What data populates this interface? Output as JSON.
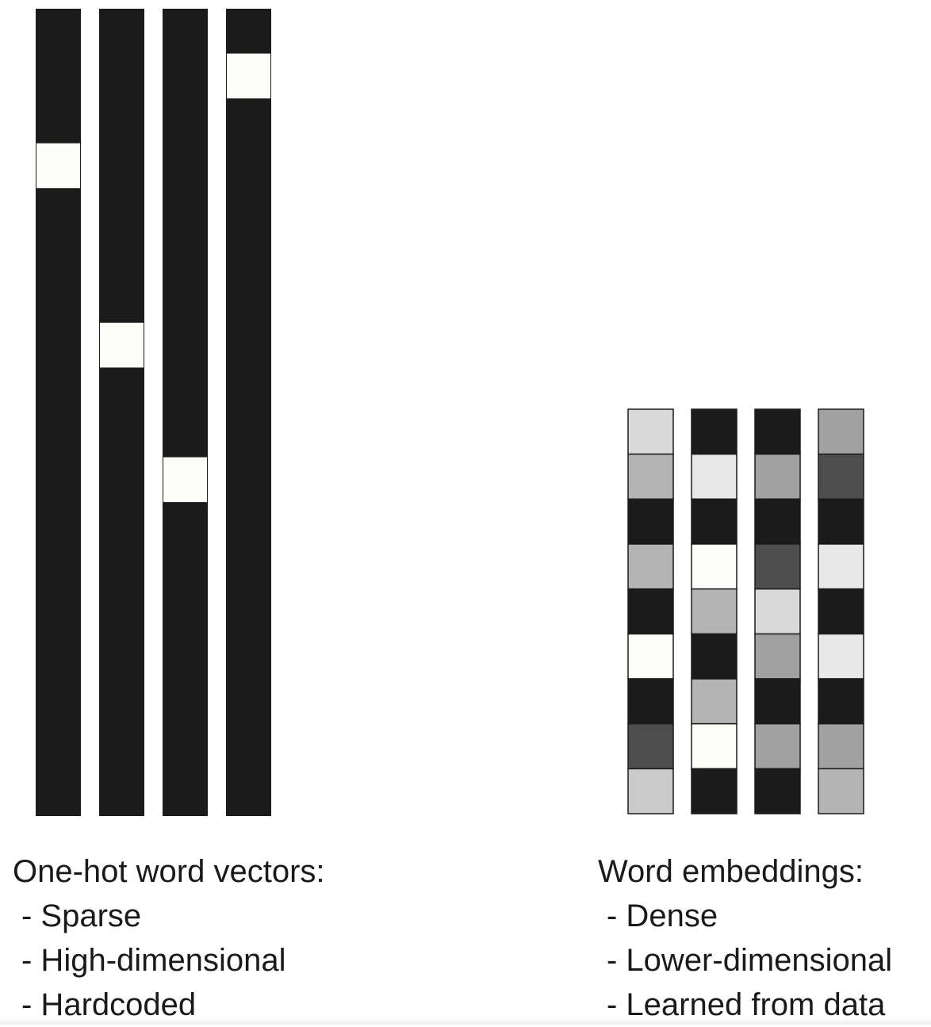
{
  "one_hot": {
    "heading": "One-hot word vectors:",
    "items": [
      "- Sparse",
      "- High-dimensional",
      "- Hardcoded"
    ],
    "vector_count": 4,
    "dimensions": 18,
    "hot_index": [
      3,
      7,
      10,
      1
    ],
    "zero_color": "#1b1b1b",
    "one_color": "#fdfdf9"
  },
  "embeddings": {
    "heading": "Word embeddings:",
    "items": [
      "- Dense",
      "- Lower-dimensional",
      "- Learned from data"
    ],
    "dimensions": 9,
    "vectors": [
      [
        "#d9d9d9",
        "#b4b4b4",
        "#1b1b1b",
        "#b4b4b4",
        "#1b1b1b",
        "#fdfdf9",
        "#1b1b1b",
        "#4d4d4d",
        "#cacaca"
      ],
      [
        "#1b1b1b",
        "#e8e8e8",
        "#1b1b1b",
        "#fdfdf9",
        "#b4b4b4",
        "#1b1b1b",
        "#b4b4b4",
        "#fdfdf9",
        "#1b1b1b"
      ],
      [
        "#1b1b1b",
        "#a1a1a1",
        "#1b1b1b",
        "#4d4d4d",
        "#d9d9d9",
        "#a1a1a1",
        "#1b1b1b",
        "#a1a1a1",
        "#1b1b1b"
      ],
      [
        "#a1a1a1",
        "#4d4d4d",
        "#1b1b1b",
        "#e8e8e8",
        "#1b1b1b",
        "#e8e8e8",
        "#1b1b1b",
        "#a1a1a1",
        "#b4b4b4"
      ]
    ]
  }
}
